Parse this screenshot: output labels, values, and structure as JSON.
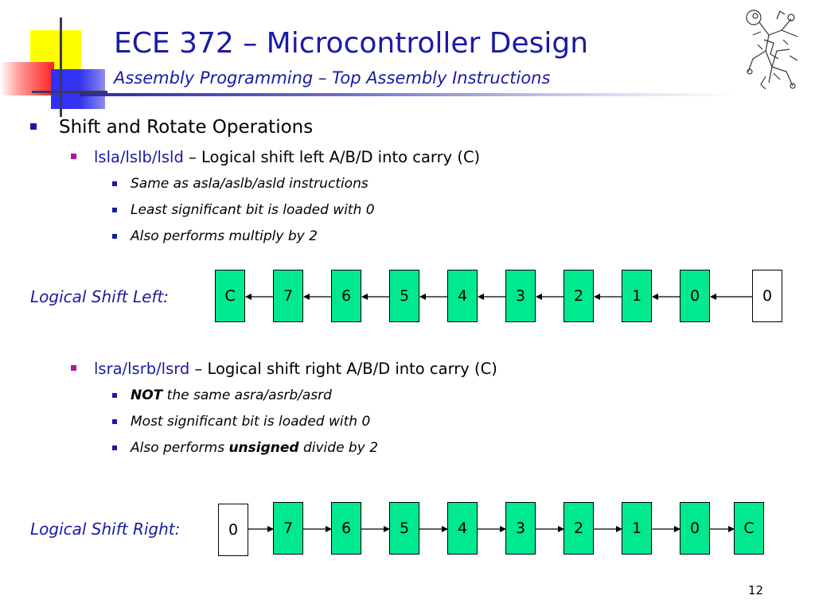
{
  "header": {
    "title": "ECE 372 – Microcontroller Design",
    "subtitle": "Assembly Programming – Top Assembly Instructions"
  },
  "section": {
    "heading": "Shift and Rotate Operations"
  },
  "lsl": {
    "mnemonic": "lsla/lslb/lsld",
    "description": " – Logical shift left A/B/D into carry (C)",
    "notes": [
      "Same as asla/aslb/asld instructions",
      "Least significant bit is loaded with 0",
      "Also performs multiply by 2"
    ]
  },
  "lsr": {
    "mnemonic": "lsra/lsrb/lsrd",
    "description": " – Logical shift right A/B/D into carry (C)",
    "note1_bold": "NOT",
    "note1_rest": " the same asra/asrb/asrd",
    "note2": "Most significant bit is loaded with 0",
    "note3_pre": "Also performs ",
    "note3_bold": "unsigned",
    "note3_post": " divide by 2"
  },
  "shift_left_diagram": {
    "label": "Logical Shift Left:",
    "cells": [
      "C",
      "7",
      "6",
      "5",
      "4",
      "3",
      "2",
      "1",
      "0"
    ],
    "input": "0",
    "direction": "left"
  },
  "shift_right_diagram": {
    "label": "Logical Shift Right:",
    "input": "0",
    "cells": [
      "7",
      "6",
      "5",
      "4",
      "3",
      "2",
      "1",
      "0",
      "C"
    ],
    "direction": "right"
  },
  "colors": {
    "title_blue": "#1a1aa6",
    "bullet_magenta": "#b0169f",
    "register_green": "#00e890"
  },
  "footer": {
    "page_number": "12"
  }
}
